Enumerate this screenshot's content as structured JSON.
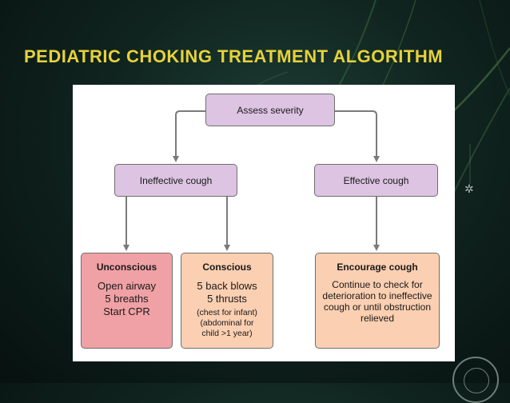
{
  "slide": {
    "title": "PEDIATRIC CHOKING TREATMENT ALGORITHM"
  },
  "diagram": {
    "assess": "Assess severity",
    "ineffective": "Ineffective cough",
    "effective": "Effective cough",
    "unconscious": {
      "heading": "Unconscious",
      "lines": [
        "Open airway",
        "5 breaths",
        "Start CPR"
      ]
    },
    "conscious": {
      "heading": "Conscious",
      "lines": [
        "5 back blows",
        "5 thrusts"
      ],
      "notes": [
        "(chest for infant)",
        "(abdominal for",
        "child >1 year)"
      ]
    },
    "encourage": {
      "heading": "Encourage cough",
      "lines": [
        "Continue to check for",
        "deterioration to ineffective",
        "cough or until obstruction",
        "relieved"
      ]
    }
  },
  "colors": {
    "title": "#e6d23a",
    "purple_box": "#dcc4e2",
    "red_box": "#f0a1a5",
    "orange_box": "#fbcfb1",
    "arrow": "#7a7a7a"
  },
  "icons": {
    "decorative": [
      "spider-icon",
      "seal-logo"
    ]
  }
}
